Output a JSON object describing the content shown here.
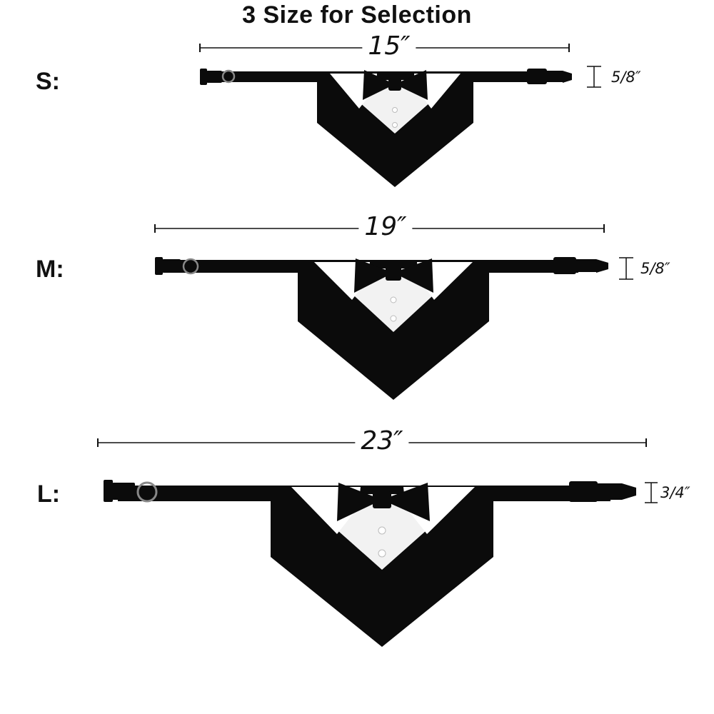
{
  "title": "3 Size for Selection",
  "sizes": [
    {
      "label": "S:",
      "length": "15″",
      "width": "5/8″"
    },
    {
      "label": "M:",
      "length": "19″",
      "width": "5/8″"
    },
    {
      "label": "L:",
      "length": "23″",
      "width": "3/4″"
    }
  ],
  "colors": {
    "fabric": "#0b0b0b",
    "shirt": "#f4f4f4",
    "collar": "#ffffff",
    "text": "#111111"
  }
}
